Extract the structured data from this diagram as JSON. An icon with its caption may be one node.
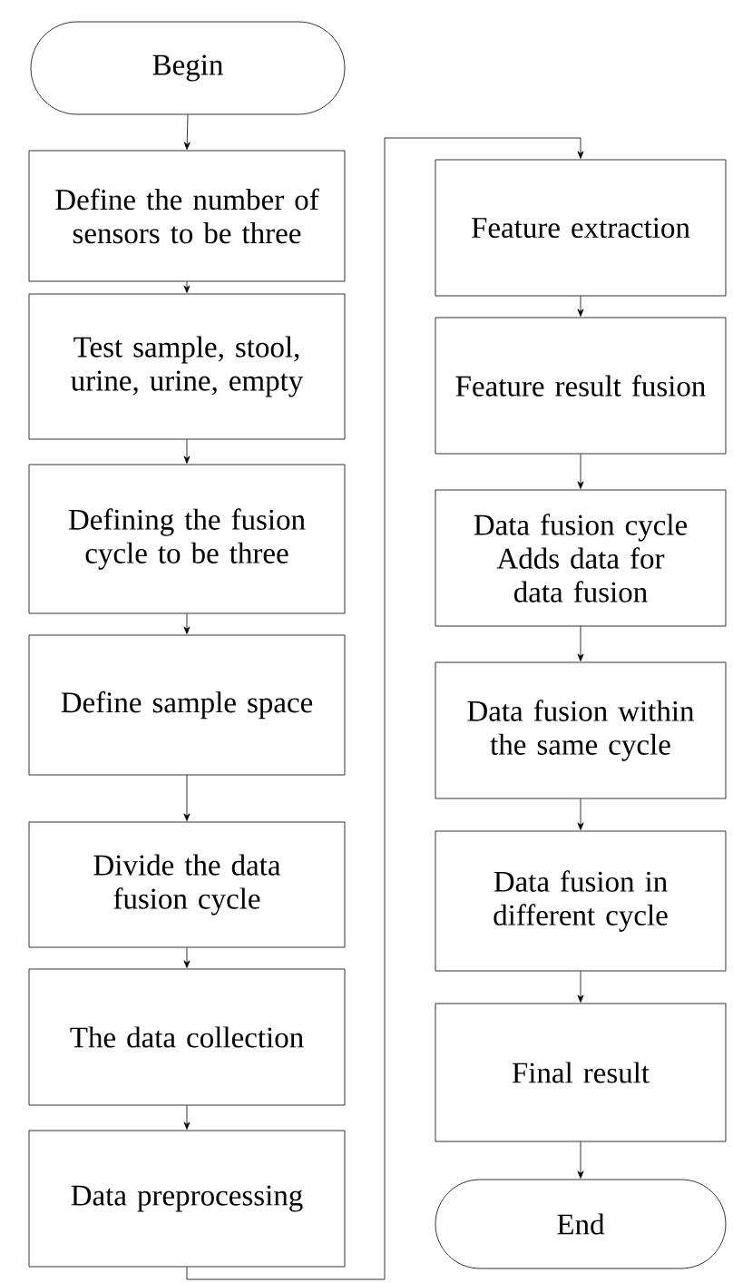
{
  "diagram": {
    "nodes": [
      {
        "text": [
          "Begin"
        ]
      },
      {
        "text": [
          "Define the number of sensors to be three"
        ]
      },
      {
        "text": [
          "Test sample, stool, urine, urine, empty"
        ]
      },
      {
        "text": [
          "Defining the fusion cycle to be three"
        ]
      },
      {
        "text": [
          "Define sample space"
        ]
      },
      {
        "text": [
          "Divide the data fusion cycle"
        ]
      },
      {
        "text": [
          "The data collection"
        ]
      },
      {
        "text": [
          "Data preprocessing"
        ]
      },
      {
        "text": [
          "Feature extraction"
        ]
      },
      {
        "text": [
          "Feature result fusion"
        ]
      },
      {
        "text": [
          "Data fusion cycle Adds data for data fusion"
        ]
      },
      {
        "text": [
          "Data fusion within the same cycle"
        ]
      },
      {
        "text": [
          "Data fusion in different cycle"
        ]
      },
      {
        "text": [
          "Final result"
        ]
      },
      {
        "text": [
          "End"
        ]
      }
    ],
    "edges": [
      {
        "from": 0,
        "to": 1,
        "arrow": "to"
      },
      {
        "from": 1,
        "to": 2,
        "arrow": "to"
      },
      {
        "from": 2,
        "to": 3,
        "arrow": "to"
      },
      {
        "from": 3,
        "to": 4,
        "arrow": "to"
      },
      {
        "from": 4,
        "to": 5,
        "arrow": "to"
      },
      {
        "from": 5,
        "to": 6,
        "arrow": "to"
      },
      {
        "from": 6,
        "to": 7,
        "arrow": "to"
      },
      {
        "from": 7,
        "to": 8,
        "arrow": "to"
      },
      {
        "from": 8,
        "to": 9,
        "arrow": "to"
      },
      {
        "from": 9,
        "to": 10,
        "arrow": "to"
      },
      {
        "from": 10,
        "to": 11,
        "arrow": "to"
      },
      {
        "from": 11,
        "to": 12,
        "arrow": "to"
      },
      {
        "from": 12,
        "to": 13,
        "arrow": "to"
      },
      {
        "from": 13,
        "to": 14,
        "arrow": "to"
      }
    ]
  }
}
